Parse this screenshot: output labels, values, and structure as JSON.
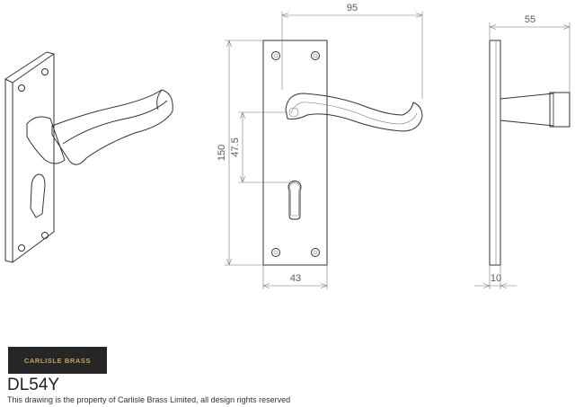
{
  "dimensions": {
    "width_95": "95",
    "depth_55": "55",
    "height_150": "150",
    "centres_47_5": "47.5",
    "plate_width_43": "43",
    "plate_depth_10": "10"
  },
  "logo": {
    "text": "CARLISLE BRASS",
    "bg_color": "#262626",
    "text_color": "#c9a25a"
  },
  "product_code": "DL54Y",
  "copyright_note": "This drawing is the property of Carlisle Brass Limited, all design rights reserved"
}
